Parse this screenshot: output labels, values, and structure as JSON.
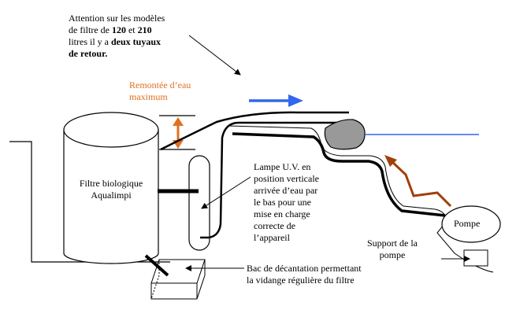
{
  "note": {
    "line1": "Attention sur les modèles",
    "line2_a": "de filtre de ",
    "line2_b": "120",
    "line2_c": " et ",
    "line2_d": "210",
    "line3_a": "litres il y a ",
    "line3_b": "deux tuyaux",
    "line4": "de retour."
  },
  "water_level": {
    "line1": "Remontée d’eau",
    "line2": "maximum"
  },
  "filter": {
    "line1": "Filtre biologique",
    "line2": "Aqualimpi"
  },
  "uv_lamp": {
    "lines": [
      "Lampe U.V. en",
      "position verticale",
      "arrivée d’eau par",
      "le bas pour une",
      "mise en charge",
      "correcte de",
      "l’appareil"
    ]
  },
  "pump": {
    "label": "Pompe"
  },
  "pump_support": {
    "line1": "Support de la",
    "line2": "pompe"
  },
  "settling_tank": {
    "line1": "Bac de décantation permettant",
    "line2": "la vidange régulière du filtre"
  },
  "colors": {
    "flow_arrow": "#3366ee",
    "pump_arrow": "#a0400a",
    "level_arrow": "#e07020",
    "pond_line": "#3366ee",
    "rock": "#999999"
  }
}
